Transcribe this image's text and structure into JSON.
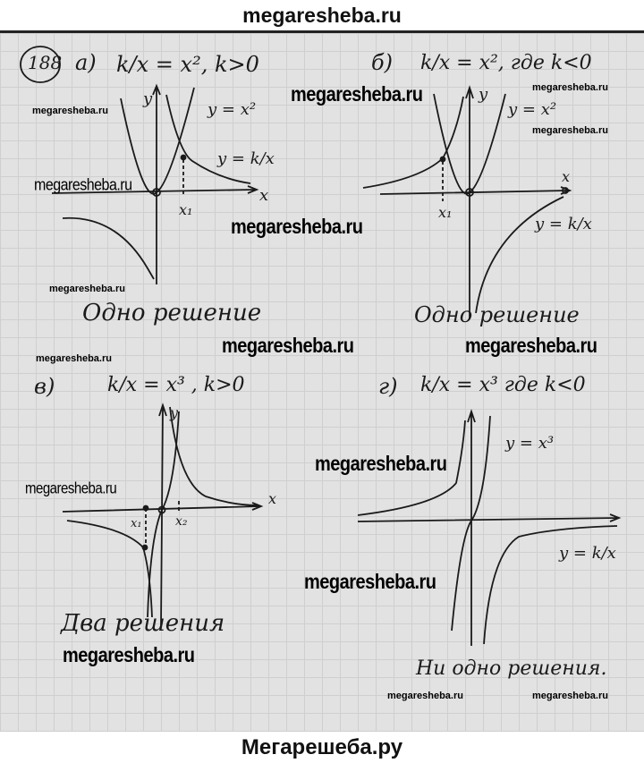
{
  "header": {
    "site": "megaresheba.ru"
  },
  "footer": {
    "site": "Мегарешеба.ру"
  },
  "problem": {
    "number": "188",
    "a": {
      "label": "а)",
      "equation": "k/x = x², k>0",
      "curve1": "y = x²",
      "curve2": "y = k/x",
      "x_label": "x",
      "y_label": "y",
      "root_label": "x₁",
      "answer": "Одно решение"
    },
    "b": {
      "label": "б)",
      "equation": "k/x = x², где k<0",
      "curve1": "y = x²",
      "curve2": "y = k/x",
      "x_label": "x",
      "y_label": "y",
      "root_label": "x₁",
      "answer": "Одно решение"
    },
    "c": {
      "label": "в)",
      "equation": "k/x = x³ , k>0",
      "x_label": "x",
      "y_label": "y",
      "root1_label": "x₁",
      "root2_label": "x₂",
      "answer": "Два решения"
    },
    "d": {
      "label": "г)",
      "equation": "k/x = x³ где k<0",
      "curve1": "y = x³",
      "curve2": "y = k/x",
      "answer": "Ни одно решения."
    }
  },
  "watermarks": {
    "text": "megaresheba.ru"
  }
}
